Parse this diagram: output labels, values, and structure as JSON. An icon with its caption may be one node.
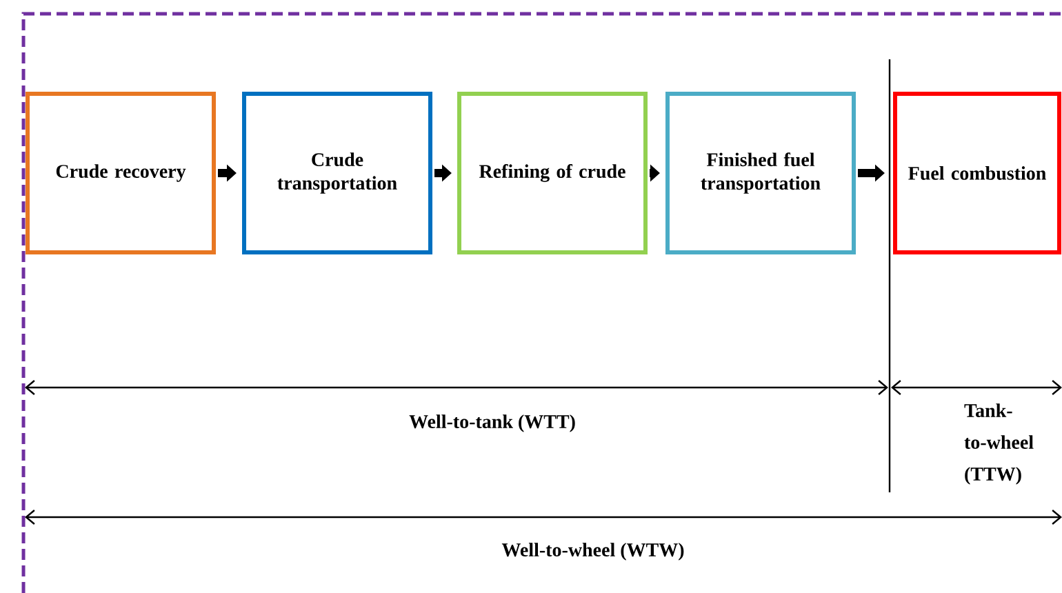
{
  "diagram": {
    "nodes": [
      {
        "text": [
          "Crude recovery"
        ]
      },
      {
        "text": [
          "Crude transportation"
        ]
      },
      {
        "text": [
          "Refining of crude"
        ]
      },
      {
        "text": [
          "Finished fuel transportation"
        ]
      },
      {
        "text": [
          "Fuel combustion"
        ]
      }
    ],
    "edges": [
      {
        "from": 0,
        "to": 1,
        "arrow": "to"
      },
      {
        "from": 1,
        "to": 2,
        "arrow": "to"
      },
      {
        "from": 2,
        "to": 3,
        "arrow": "to"
      },
      {
        "from": 3,
        "to": 4,
        "arrow": "to"
      }
    ],
    "labels": [
      "Well-to-tank (WTT)",
      "Tank-to-wheel (TTW)",
      "Well-to-wheel (WTW)"
    ]
  }
}
